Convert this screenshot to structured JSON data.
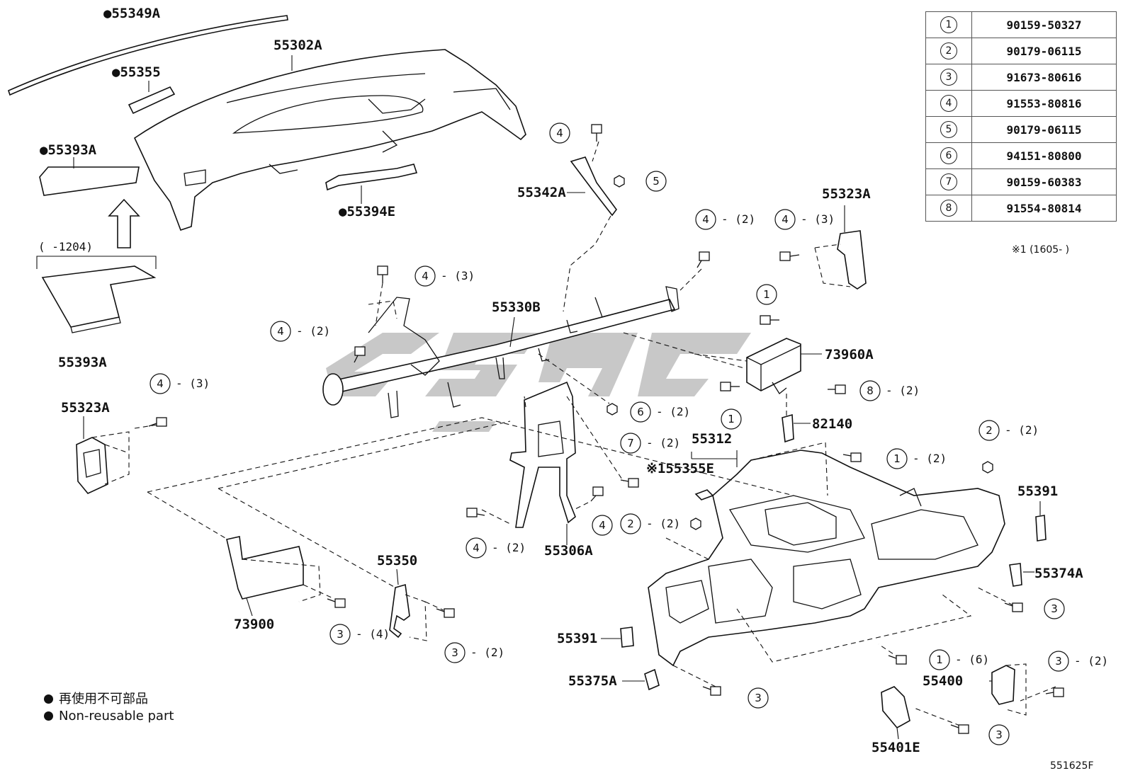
{
  "table": [
    {
      "key": "1",
      "part": "90159-50327"
    },
    {
      "key": "2",
      "part": "90179-06115"
    },
    {
      "key": "3",
      "part": "91673-80616"
    },
    {
      "key": "4",
      "part": "91553-80816"
    },
    {
      "key": "5",
      "part": "90179-06115"
    },
    {
      "key": "6",
      "part": "94151-80800"
    },
    {
      "key": "7",
      "part": "90159-60383"
    },
    {
      "key": "8",
      "part": "91554-80814"
    }
  ],
  "note": "※1 (1605-        )",
  "legend": {
    "dot_symbol": "●",
    "line_jp": "再使用不可部品",
    "line_en": "Non-reusable part"
  },
  "diagram_code": "551625F",
  "range_label": "(      -1204)",
  "labels": {
    "p55349A": "●55349A",
    "p55302A": "55302A",
    "p55355": "●55355",
    "p55393A_top": "●55393A",
    "p55394E": "●55394E",
    "p55393A_bottom": "55393A",
    "p55342A": "55342A",
    "p55330B": "55330B",
    "p55323A_left": "55323A",
    "p55323A_right": "55323A",
    "p73960A": "73960A",
    "p82140": "82140",
    "p55312": "55312",
    "p55355E": "※155355E",
    "p55306A": "55306A",
    "p55391_right": "55391",
    "p55374A": "55374A",
    "p55350": "55350",
    "p73900": "73900",
    "p55391_left": "55391",
    "p55375A": "55375A",
    "p55400": "55400",
    "p55401E": "55401E"
  },
  "callouts": [
    {
      "num": "4",
      "qty": ""
    },
    {
      "num": "5",
      "qty": ""
    },
    {
      "num": "4",
      "qty": "- (2)"
    },
    {
      "num": "4",
      "qty": "- (3)"
    },
    {
      "num": "4",
      "qty": "- (3)"
    },
    {
      "num": "4",
      "qty": "- (2)"
    },
    {
      "num": "4",
      "qty": "- (3)"
    },
    {
      "num": "1",
      "qty": ""
    },
    {
      "num": "8",
      "qty": "- (2)"
    },
    {
      "num": "1",
      "qty": ""
    },
    {
      "num": "6",
      "qty": "- (2)"
    },
    {
      "num": "7",
      "qty": "- (2)"
    },
    {
      "num": "1",
      "qty": "- (2)"
    },
    {
      "num": "2",
      "qty": "- (2)"
    },
    {
      "num": "2",
      "qty": "- (2)"
    },
    {
      "num": "4",
      "qty": ""
    },
    {
      "num": "4",
      "qty": "- (2)"
    },
    {
      "num": "3",
      "qty": "- (4)"
    },
    {
      "num": "3",
      "qty": "- (2)"
    },
    {
      "num": "3",
      "qty": ""
    },
    {
      "num": "1",
      "qty": "- (6)"
    },
    {
      "num": "3",
      "qty": "- (2)"
    },
    {
      "num": "3",
      "qty": ""
    },
    {
      "num": "3",
      "qty": ""
    }
  ]
}
